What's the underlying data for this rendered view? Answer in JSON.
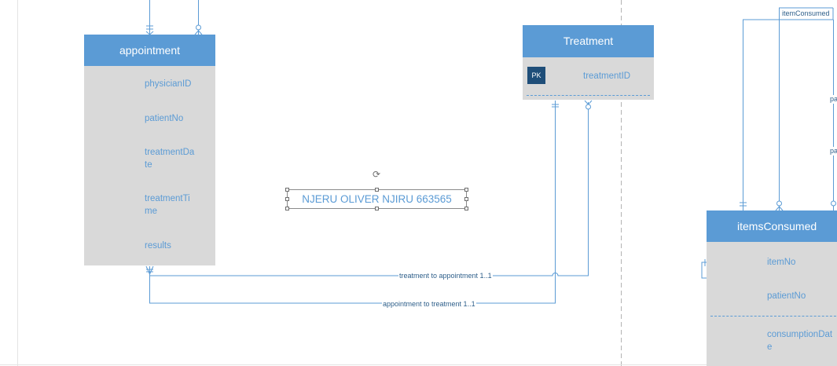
{
  "entities": {
    "appointment": {
      "title": "appointment",
      "attributes": [
        "physicianID",
        "patientNo",
        "treatmentDa\nte",
        "treatmentTi\nme",
        "results"
      ]
    },
    "treatment": {
      "title": "Treatment",
      "pk_badge": "PK",
      "attributes": [
        "treatmentID"
      ]
    },
    "items_consumed": {
      "title": "itemsConsumed",
      "attributes": [
        "itemNo",
        "patientNo",
        "consumptionDat\ne"
      ]
    }
  },
  "relationships": {
    "treatment_to_appointment": "treatment to appointment 1..1",
    "appointment_to_treatment": "appointment to treatment 1..1",
    "item_consumed": "itemConsumed",
    "pa1": "pa",
    "pa2": "pa"
  },
  "text_box": {
    "text": "NJERU OLIVER NJIRU 663565"
  },
  "colors": {
    "header": "#5b9bd5",
    "body": "#d9d9d9",
    "attribute_text": "#5b9bd5",
    "pk_badge": "#1f4e79",
    "connector": "#5b9bd5"
  },
  "icons": {
    "rotate": "rotate-handle-icon"
  }
}
